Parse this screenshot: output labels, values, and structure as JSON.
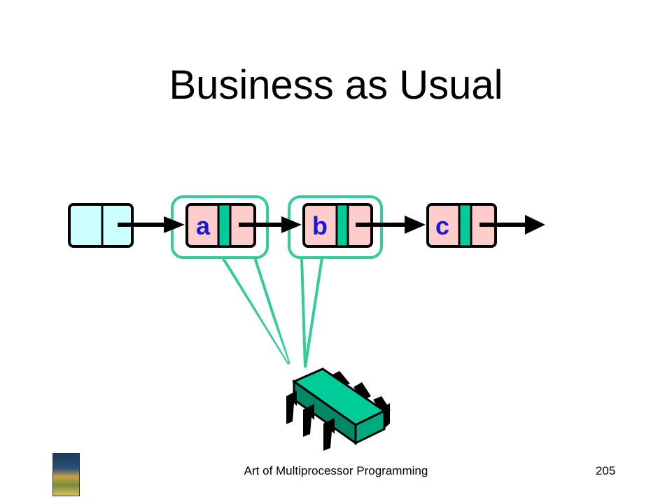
{
  "slide": {
    "title": "Business as Usual",
    "footer": "Art of Multiprocessor Programming",
    "page_number": "205"
  },
  "diagram": {
    "nodes": [
      {
        "label": "",
        "kind": "sentinel"
      },
      {
        "label": "a",
        "kind": "item"
      },
      {
        "label": "b",
        "kind": "item"
      },
      {
        "label": "c",
        "kind": "item"
      }
    ],
    "locked_nodes": [
      "a",
      "b"
    ]
  },
  "colors": {
    "sentinel_fill": "#ccffff",
    "item_fill": "#ffcccc",
    "lock_fill": "#00cc99",
    "lock_outline": "#33cc99",
    "label_color": "#1a1ad6",
    "chip_body": "#00cc99"
  },
  "icons": {
    "processor": "microchip-icon",
    "book": "book-cover-icon"
  }
}
